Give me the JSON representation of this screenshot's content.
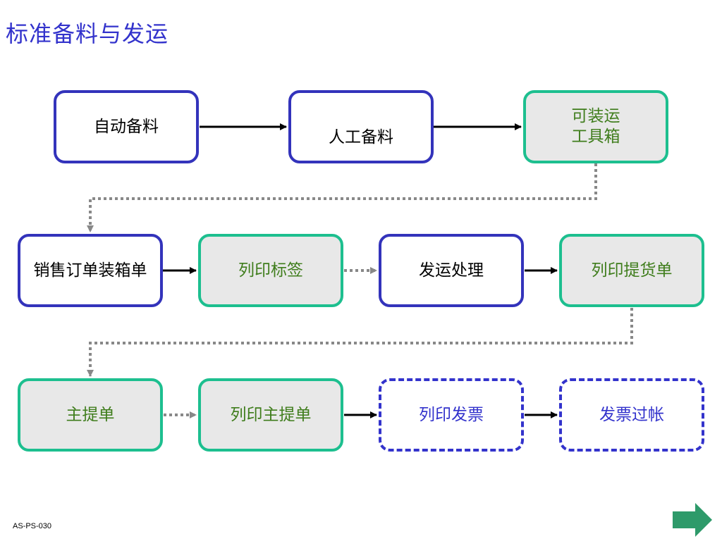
{
  "title": "标准备料与发运",
  "code": "AS-PS-030",
  "colors": {
    "title": "#3333cc",
    "blue_border": "#3333bb",
    "green_border": "#1dbf8f",
    "green_text": "#3f7d1c",
    "gray_fill": "#e8e8e8",
    "dotted_arrow": "#888888",
    "next_arrow": "#2e9a6a"
  },
  "boxes": {
    "auto_picking": "自动备料",
    "manual_picking": "人工备料",
    "toolbox_line1": "可装运",
    "toolbox_line2": "工具箱",
    "so_packing": "销售订单装箱单",
    "print_label": "列印标签",
    "ship_process": "发运处理",
    "print_bol": "列印提货单",
    "master_bol": "主提单",
    "print_master_bol": "列印主提单",
    "print_invoice": "列印发票",
    "post_invoice": "发票过帐"
  },
  "icons": {
    "next": "next-slide-arrow-icon"
  }
}
